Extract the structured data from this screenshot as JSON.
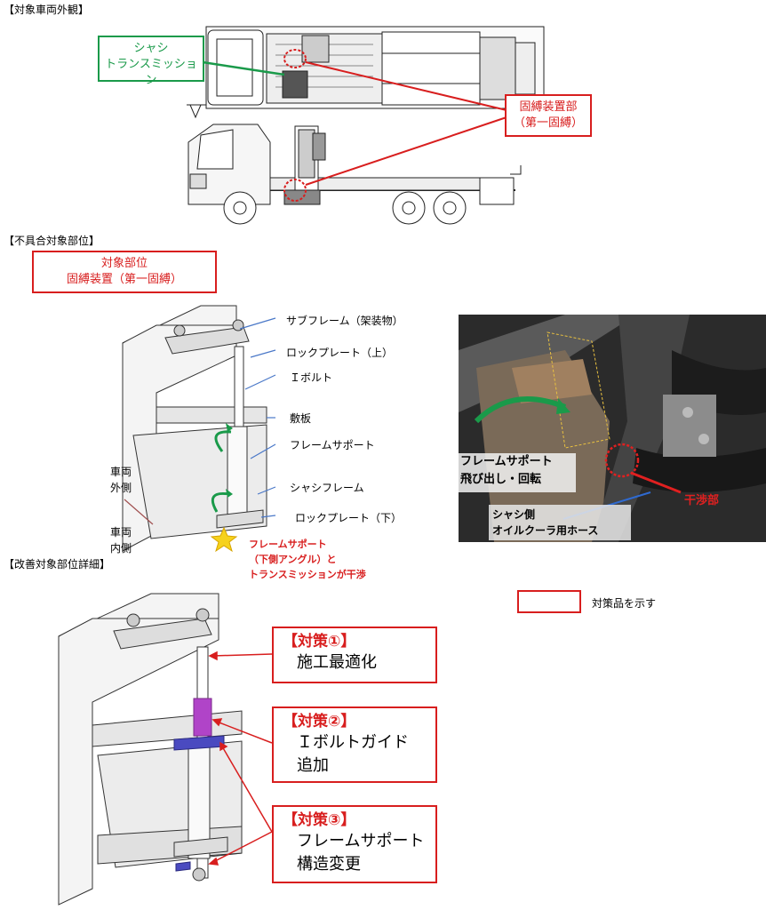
{
  "sections": {
    "vehicle_exterior": "【対象車両外観】",
    "defect_location": "【不具合対象部位】",
    "improvement_detail": "【改善対象部位詳細】"
  },
  "callouts": {
    "chassis_transmission": [
      "シャシ",
      "トランスミッション"
    ],
    "lashing_device": [
      "固縛装置部",
      "（第一固縛）"
    ],
    "target_part": [
      "対象部位",
      "固縛装置（第一固縛）"
    ]
  },
  "part_labels": {
    "subframe": "サブフレーム（架装物）",
    "lock_plate_upper": "ロックプレート（上）",
    "i_bolt": "Ｉボルト",
    "base_plate": "敷板",
    "frame_support": "フレームサポート",
    "chassis_frame": "シャシフレーム",
    "lock_plate_lower": "ロックプレート（下）",
    "vehicle_outside": [
      "車両",
      "外側"
    ],
    "vehicle_inside": [
      "車両",
      "内側"
    ],
    "interference_note": [
      "フレームサポート",
      "（下側アングル）と",
      "トランスミッションが干渉"
    ]
  },
  "photo_labels": {
    "frame_support_motion": [
      "フレームサポート",
      "飛び出し・回転"
    ],
    "interference_part": "干渉部",
    "oil_cooler_hose": [
      "シャシ側",
      "オイルクーラ用ホース"
    ]
  },
  "legend": {
    "text": "対策品を示す"
  },
  "countermeasures": [
    {
      "title": "【対策①】",
      "lines": [
        "施工最適化"
      ]
    },
    {
      "title": "【対策②】",
      "lines": [
        "Ｉボルトガイド",
        "追加"
      ]
    },
    {
      "title": "【対策③】",
      "lines": [
        "フレームサポート",
        "構造変更"
      ]
    }
  ],
  "colors": {
    "callout_red": "#d81e1e",
    "callout_green": "#1a9a4a",
    "arrow_blue": "#4a78c8",
    "bolt_guide_purple": "#b044c8",
    "support_blue": "#4a4ac0"
  }
}
